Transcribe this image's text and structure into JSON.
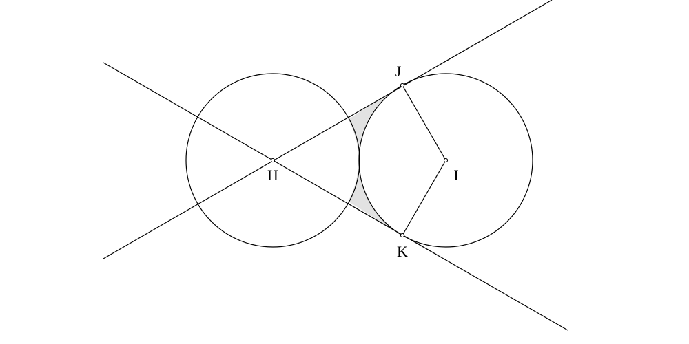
{
  "colors": {
    "background": "#ffffff",
    "stroke": "#000000",
    "shaded_region": "#e2e2e2"
  },
  "points": {
    "H": {
      "label": "H"
    },
    "I": {
      "label": "I"
    },
    "J": {
      "label": "J"
    },
    "K": {
      "label": "K"
    }
  }
}
